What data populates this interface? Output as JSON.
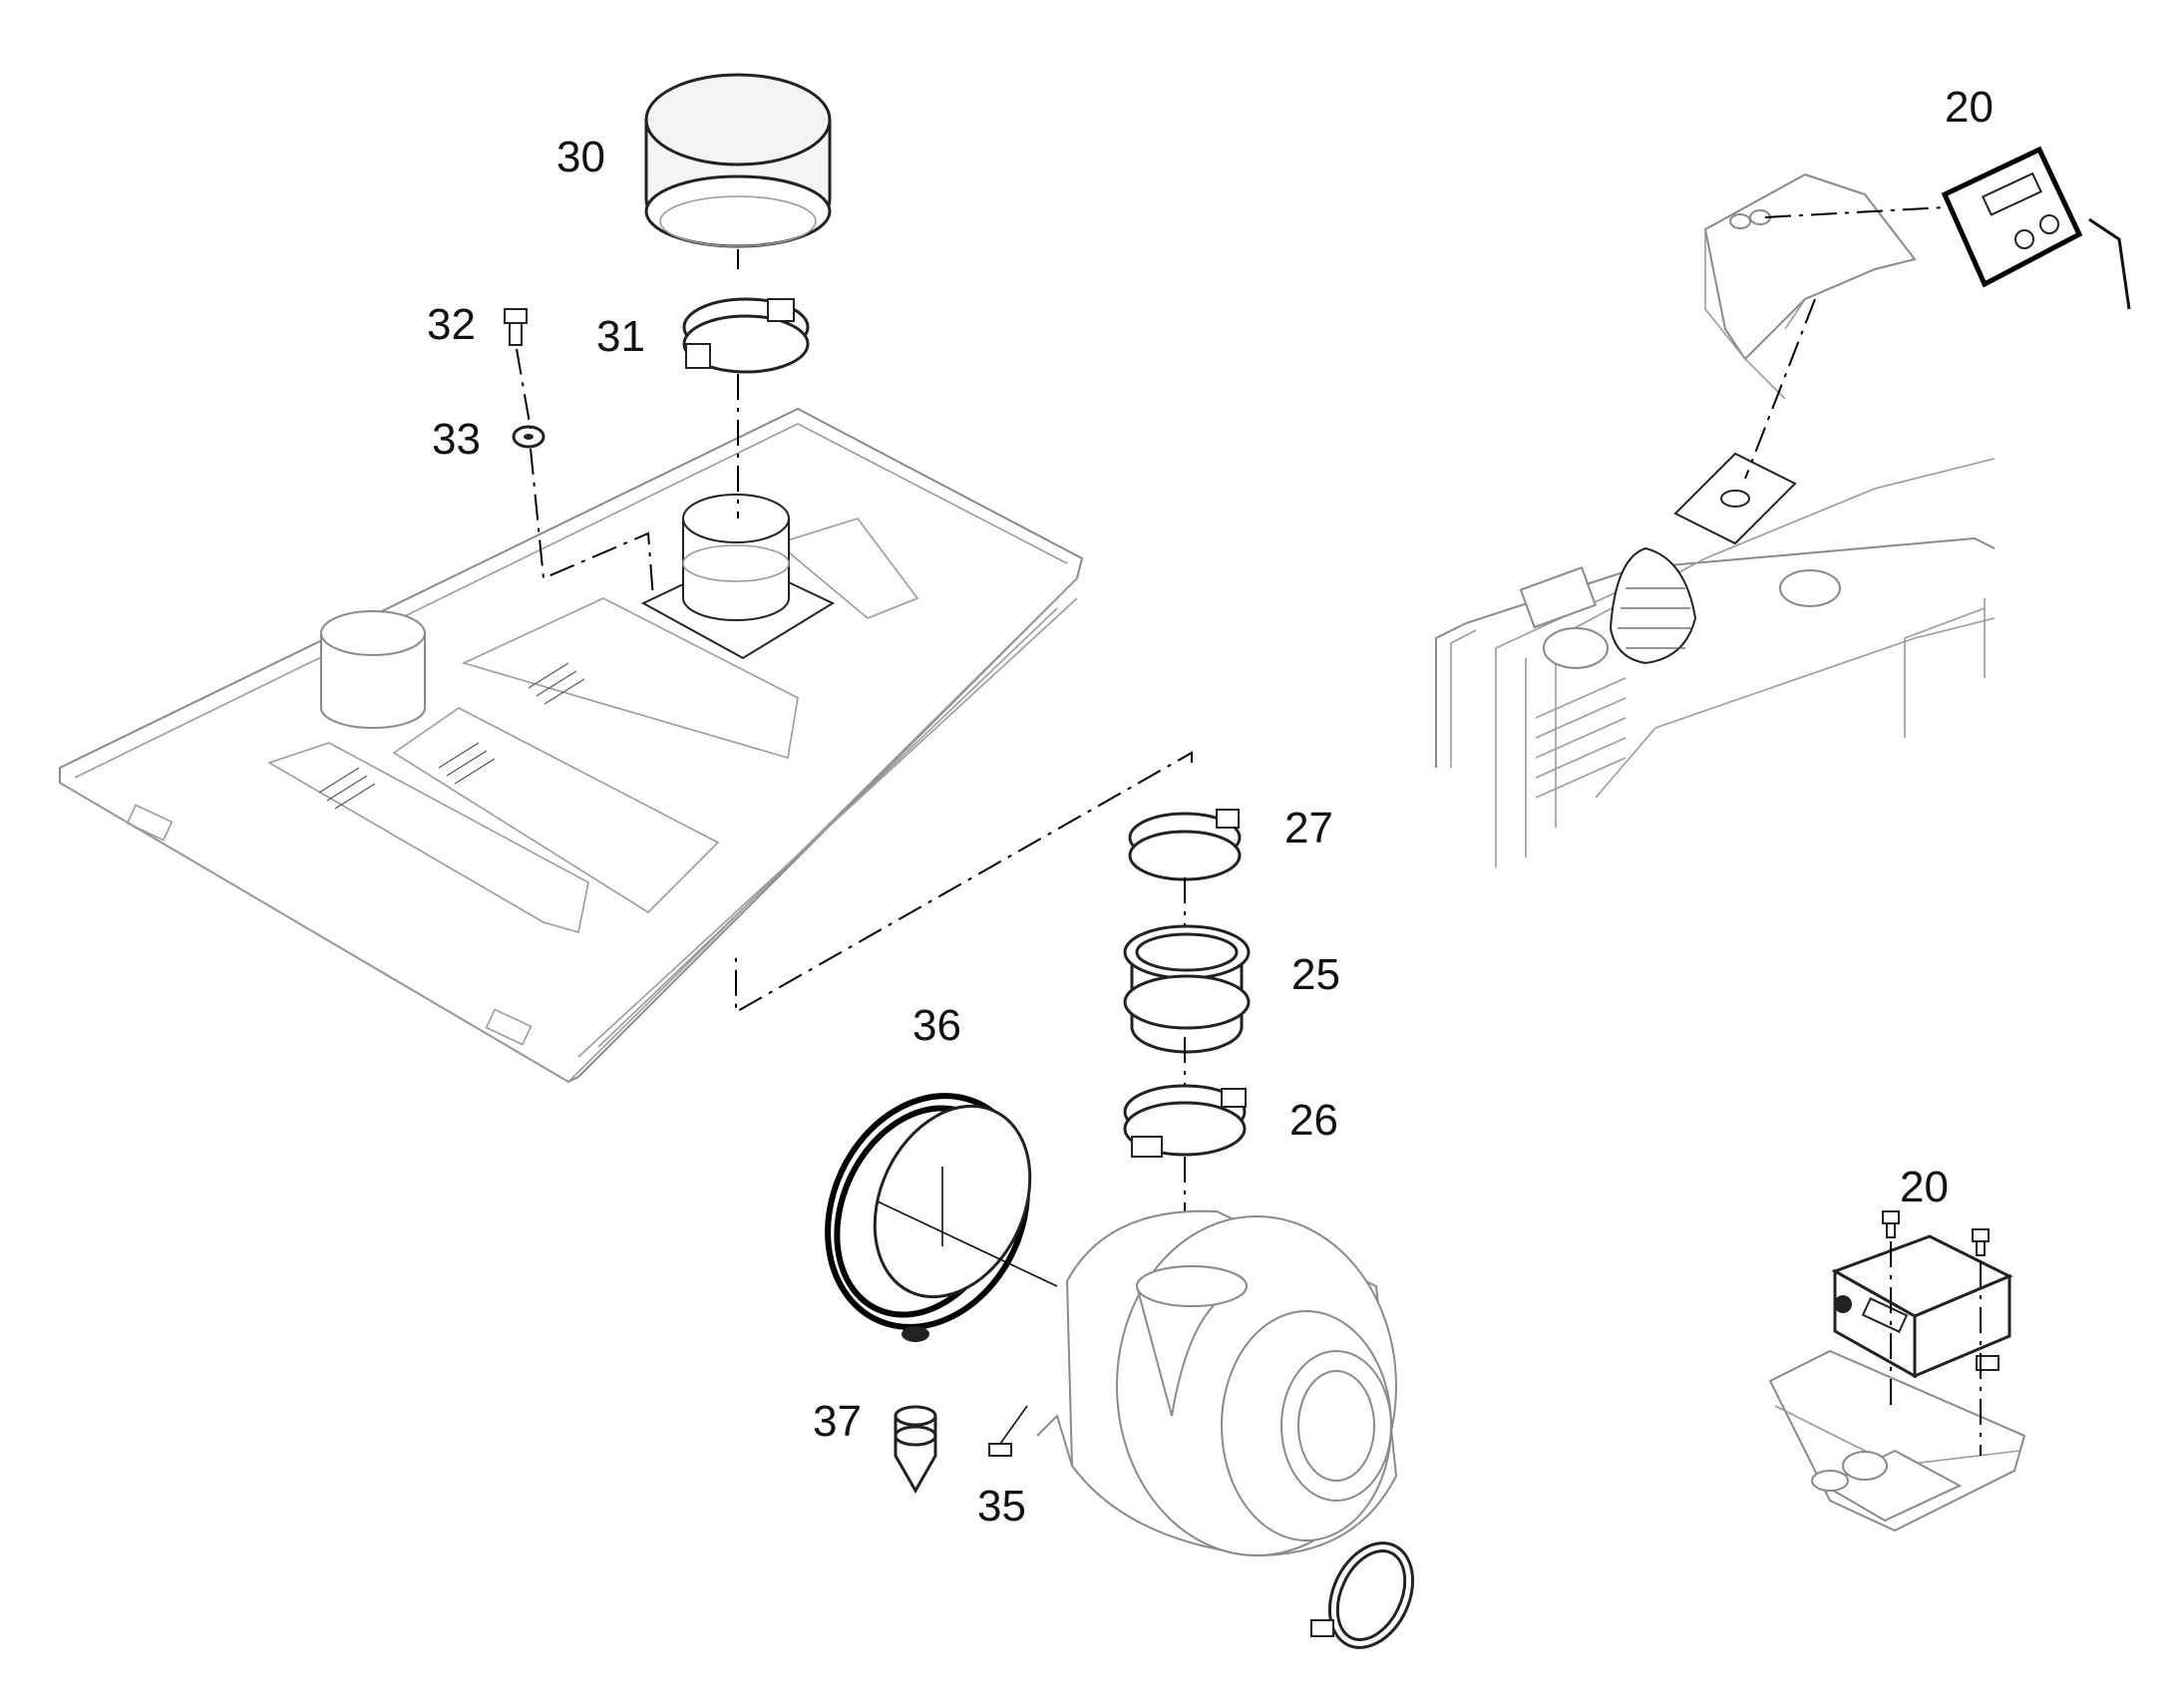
{
  "callouts": {
    "c30": "30",
    "c31": "31",
    "c32": "32",
    "c33": "33",
    "c27": "27",
    "c25": "25",
    "c36": "36",
    "c26": "26",
    "c37": "37",
    "c35": "35",
    "c20_top": "20",
    "c20_bottom": "20"
  }
}
